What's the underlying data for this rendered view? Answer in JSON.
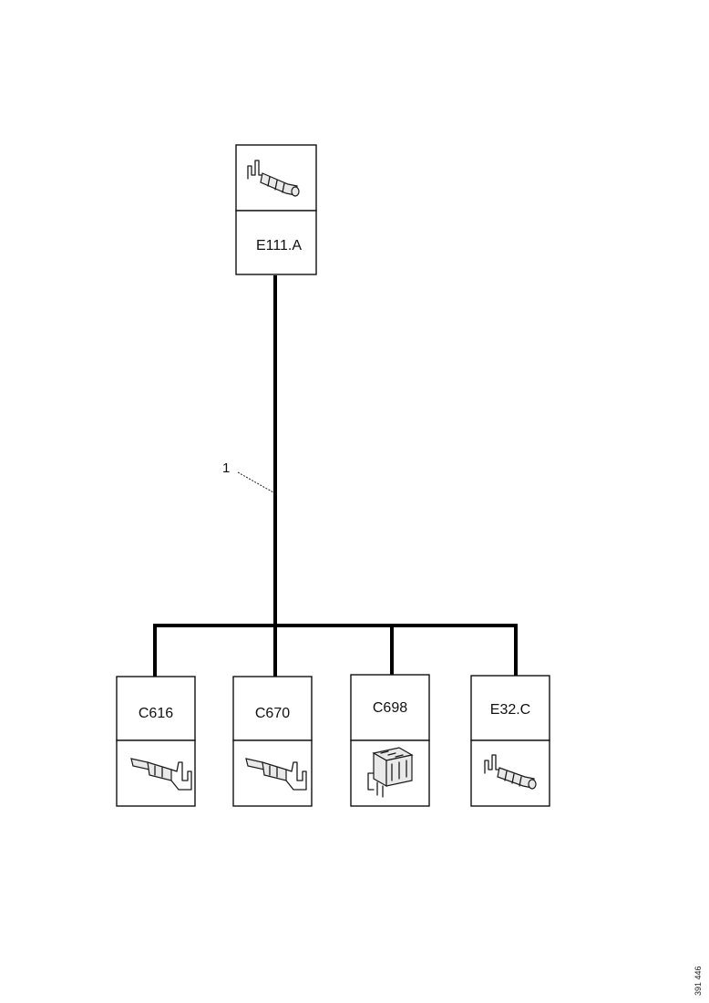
{
  "diagram": {
    "top_connector": {
      "label": "E111.A",
      "icon": "female-terminal-icon"
    },
    "wire_callout": "1",
    "bottom_connectors": [
      {
        "label": "C616",
        "icon": "male-terminal-icon"
      },
      {
        "label": "C670",
        "icon": "male-terminal-icon"
      },
      {
        "label": "C698",
        "icon": "connector-housing-icon"
      },
      {
        "label": "E32.C",
        "icon": "female-terminal-icon"
      }
    ],
    "document_number": "391 446"
  }
}
